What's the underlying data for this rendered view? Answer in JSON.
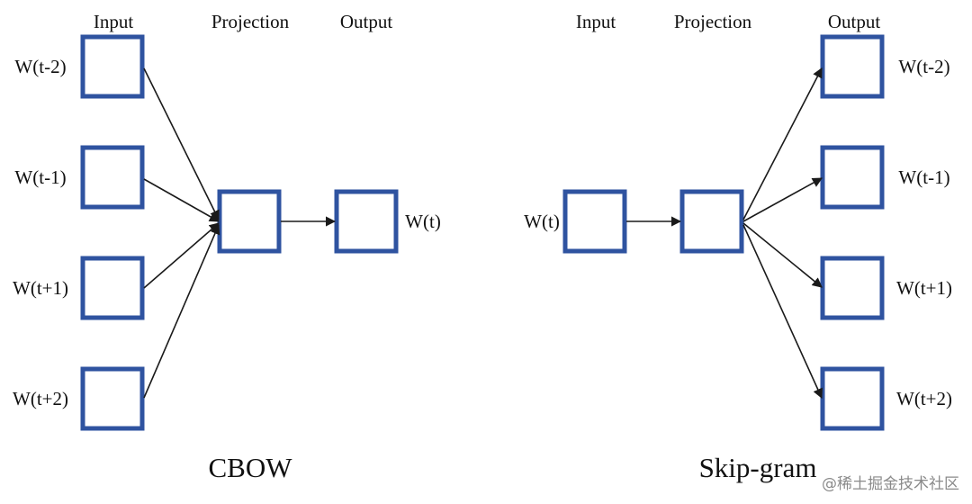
{
  "cbow": {
    "title": "CBOW",
    "header_input": "Input",
    "header_projection": "Projection",
    "header_output": "Output",
    "inputs": [
      "W(t-2)",
      "W(t-1)",
      "W(t+1)",
      "W(t+2)"
    ],
    "output": "W(t)"
  },
  "skipgram": {
    "title": "Skip-gram",
    "header_input": "Input",
    "header_projection": "Projection",
    "header_output": "Output",
    "input": "W(t)",
    "outputs": [
      "W(t-2)",
      "W(t-1)",
      "W(t+1)",
      "W(t+2)"
    ]
  },
  "watermark": "@稀土掘金技术社区",
  "colors": {
    "box_stroke": "#2f53a0",
    "arrow": "#1a1a1a",
    "text": "#111111"
  }
}
